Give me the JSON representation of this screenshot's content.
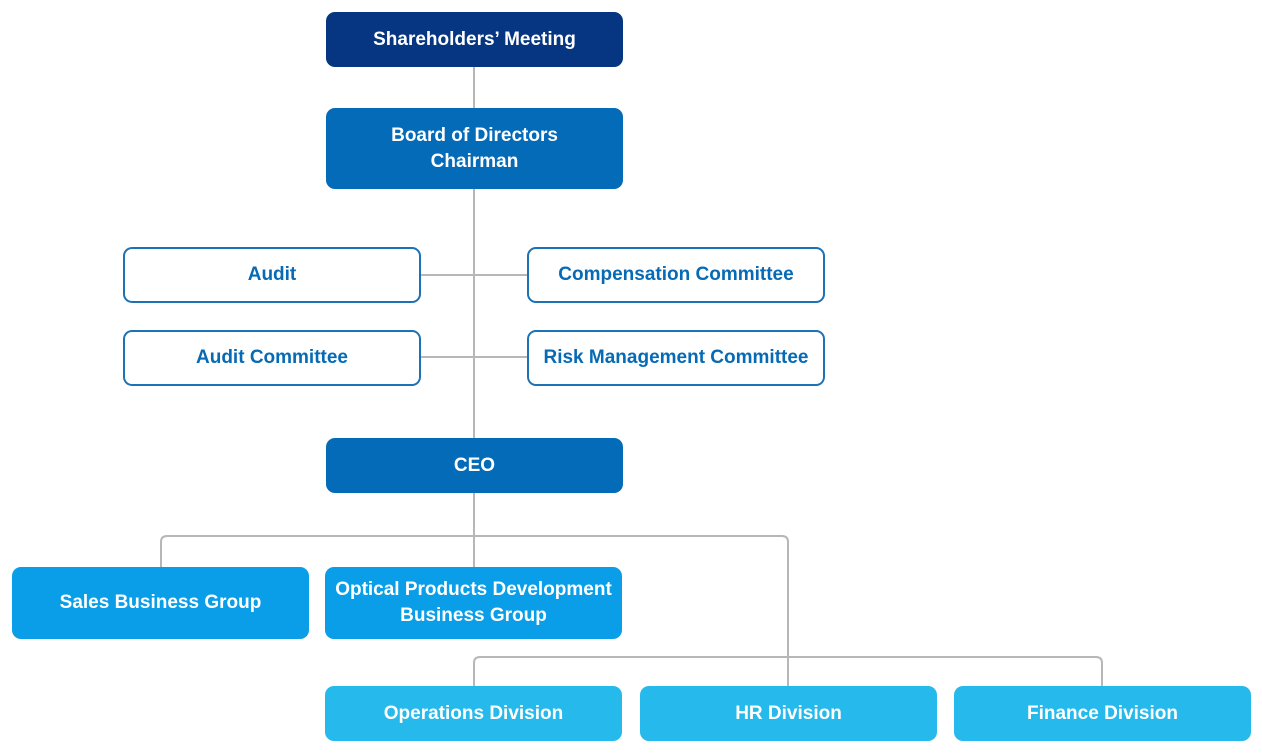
{
  "org_chart": {
    "shareholders": "Shareholders’ Meeting",
    "board": "Board of Directors\nChairman",
    "audit": "Audit",
    "compensation_committee": "Compensation Committee",
    "audit_committee": "Audit Committee",
    "risk_management_committee": "Risk Management Committee",
    "ceo": "CEO",
    "sales_business_group": "Sales Business Group",
    "optical_products_group": "Optical Products Development\nBusiness Group",
    "operations_division": "Operations Division",
    "hr_division": "HR Division",
    "finance_division": "Finance Division"
  },
  "colors": {
    "shareholders_fill": "#063581",
    "board_ceo_fill": "#046bb8",
    "business_group_fill": "#0a9ee8",
    "division_fill": "#25b9ec",
    "committee_border": "#1d71b5",
    "committee_text": "#066ab5",
    "connector": "#b7b7b7"
  }
}
